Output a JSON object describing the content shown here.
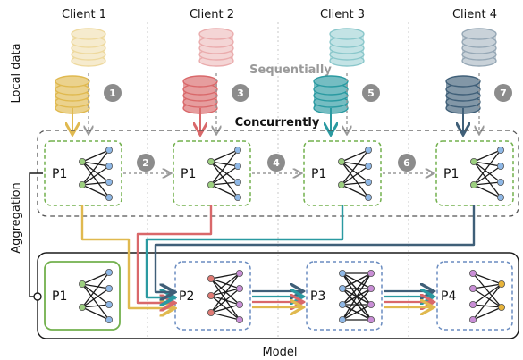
{
  "clients": [
    {
      "label": "Client 1",
      "step_label": "1",
      "color": "#e0b94f"
    },
    {
      "label": "Client 2",
      "step_label": "3",
      "color": "#d9686a"
    },
    {
      "label": "Client 3",
      "step_label": "5",
      "color": "#2a9aa1"
    },
    {
      "label": "Client 4",
      "step_label": "7",
      "color": "#3f5f78"
    }
  ],
  "labels": {
    "local_data": "Local data",
    "aggregation": "Aggregation",
    "sequentially": "Sequentially",
    "concurrently": "Concurrently",
    "model": "Model"
  },
  "transfer_steps": [
    "2",
    "4",
    "6"
  ],
  "local_models": [
    "P1",
    "P1",
    "P1",
    "P1"
  ],
  "global_model_parts": [
    "P1",
    "P2",
    "P3",
    "P4"
  ],
  "colors": {
    "green": "#72b04d",
    "blue_dash": "#6a8cc0",
    "grey_badge": "#8c8c8c",
    "node_blue": "#8fb8e6",
    "node_green": "#9ccf7f",
    "node_red": "#e07a74",
    "node_purple": "#c98ed6",
    "node_orange": "#e8b43a",
    "arrow_grey": "#9a9a9a"
  }
}
